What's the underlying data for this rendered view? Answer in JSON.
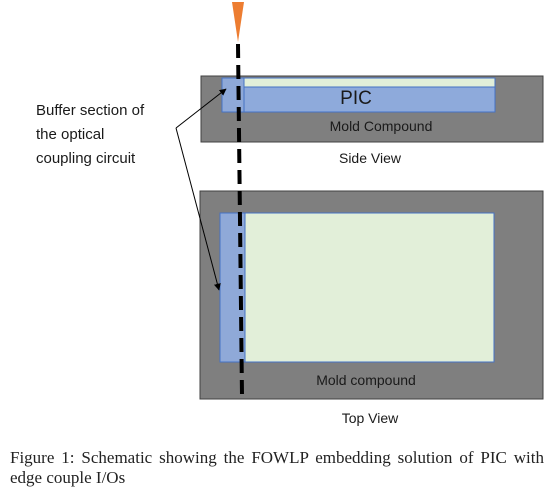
{
  "diagram": {
    "buffer_label_line1": "Buffer section of",
    "buffer_label_line2": "the optical",
    "buffer_label_line3": "coupling circuit",
    "side_view": {
      "pic_label": "PIC",
      "mold_label": "Mold Compound",
      "caption": "Side View"
    },
    "top_view": {
      "mold_label": "Mold compound",
      "caption": "Top View"
    },
    "colors": {
      "mold": "#7f7f7f",
      "mold_border": "#404040",
      "buffer": "#8fa9d8",
      "pic_blue": "#8eaadb",
      "pic_green": "#e2efd9",
      "pic_border": "#4472c4",
      "marker": "#ed7d31",
      "dashed_line": "#000000"
    }
  },
  "figure_caption": "Figure 1: Schematic showing the FOWLP embedding solution of PIC with edge couple I/Os"
}
